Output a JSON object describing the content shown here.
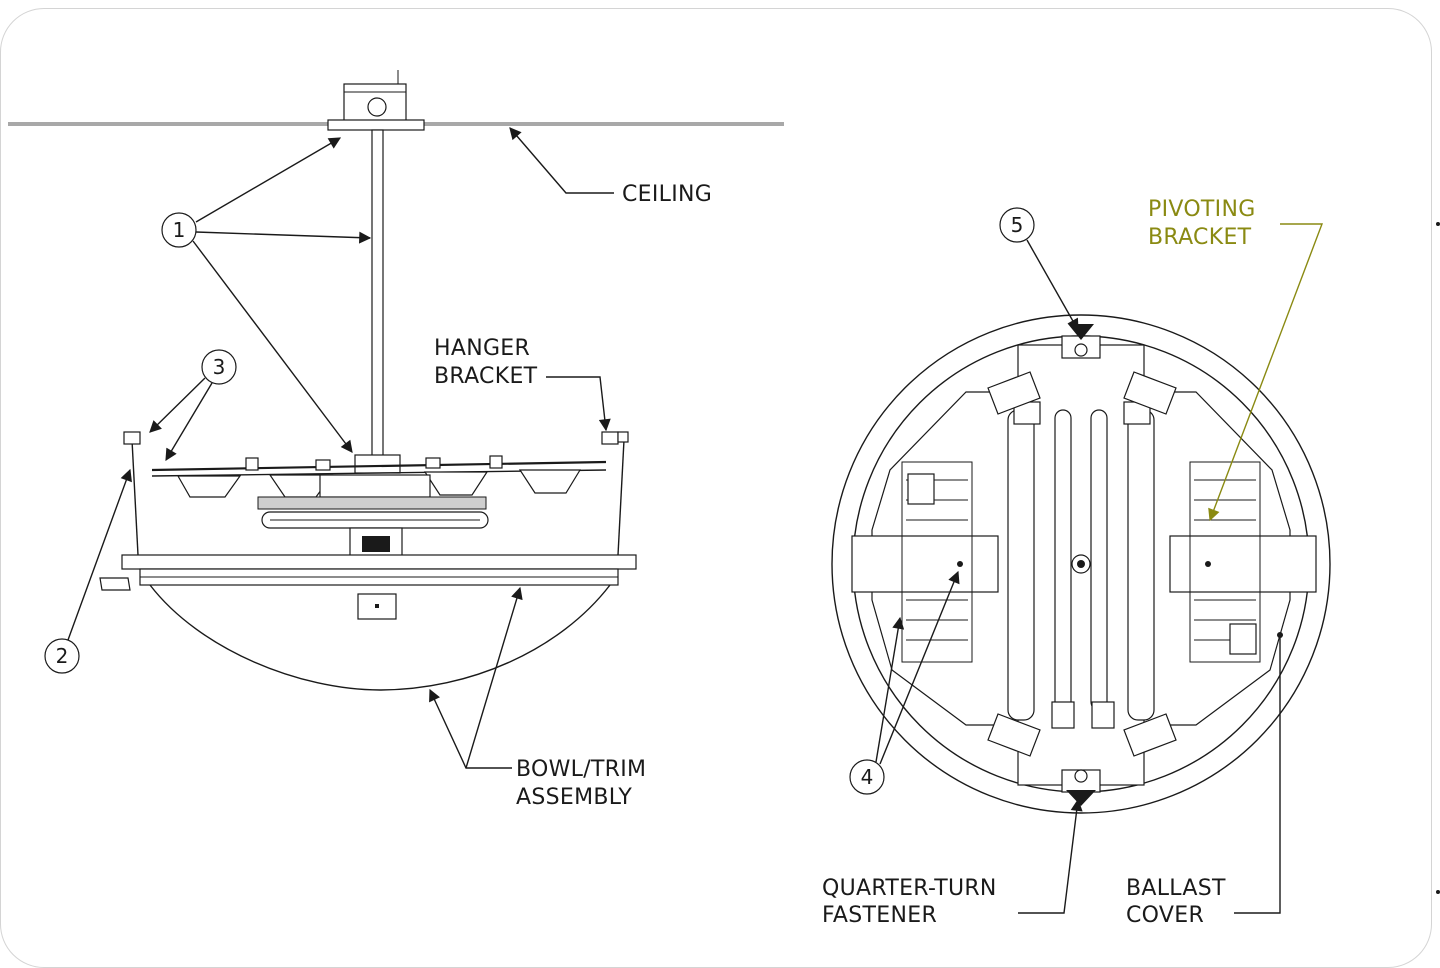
{
  "labels": {
    "ceiling": "CEILING",
    "hanger_bracket": [
      "HANGER",
      "BRACKET"
    ],
    "bowl_trim": [
      "BOWL/TRIM",
      "ASSEMBLY"
    ],
    "pivoting_bracket": [
      "PIVOTING",
      "BRACKET"
    ],
    "quarter_turn": [
      "QUARTER-TURN",
      "FASTENER"
    ],
    "ballast_cover": [
      "BALLAST",
      "COVER"
    ]
  },
  "callouts": {
    "c1": "1",
    "c2": "2",
    "c3": "3",
    "c4": "4",
    "c5": "5"
  },
  "colors": {
    "line": "#1a1a1a",
    "ceiling": "#a8a8a8",
    "highlight": "#8a8a12",
    "frame": "#d4d4d4"
  }
}
